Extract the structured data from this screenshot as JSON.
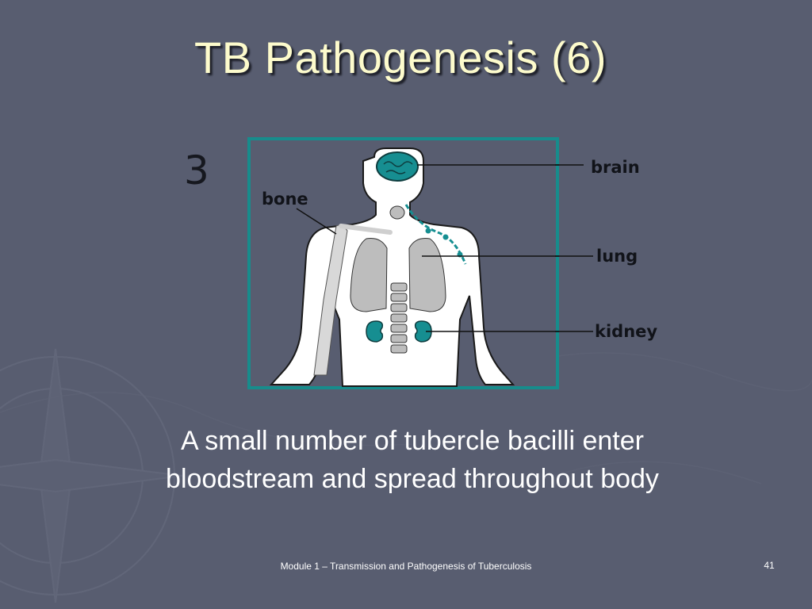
{
  "slide": {
    "title": "TB Pathogenesis (6)",
    "step_number": "3",
    "body_line_1": "A small number of tubercle bacilli enter",
    "body_line_2": "bloodstream and spread throughout body",
    "footer": "Module 1 – Transmission and Pathogenesis of Tuberculosis",
    "page_number": "41"
  },
  "diagram": {
    "labels": {
      "brain": "brain",
      "bone": "bone",
      "lung": "lung",
      "kidney": "kidney"
    },
    "colors": {
      "frame": "#178c8c",
      "organ_teal": "#168e91",
      "lung_gray": "#bdbdbd",
      "body_fill": "#ffffff"
    }
  },
  "theme": {
    "background": "#585d70",
    "title_color": "#fdfbcc",
    "text_color": "#ffffff"
  }
}
